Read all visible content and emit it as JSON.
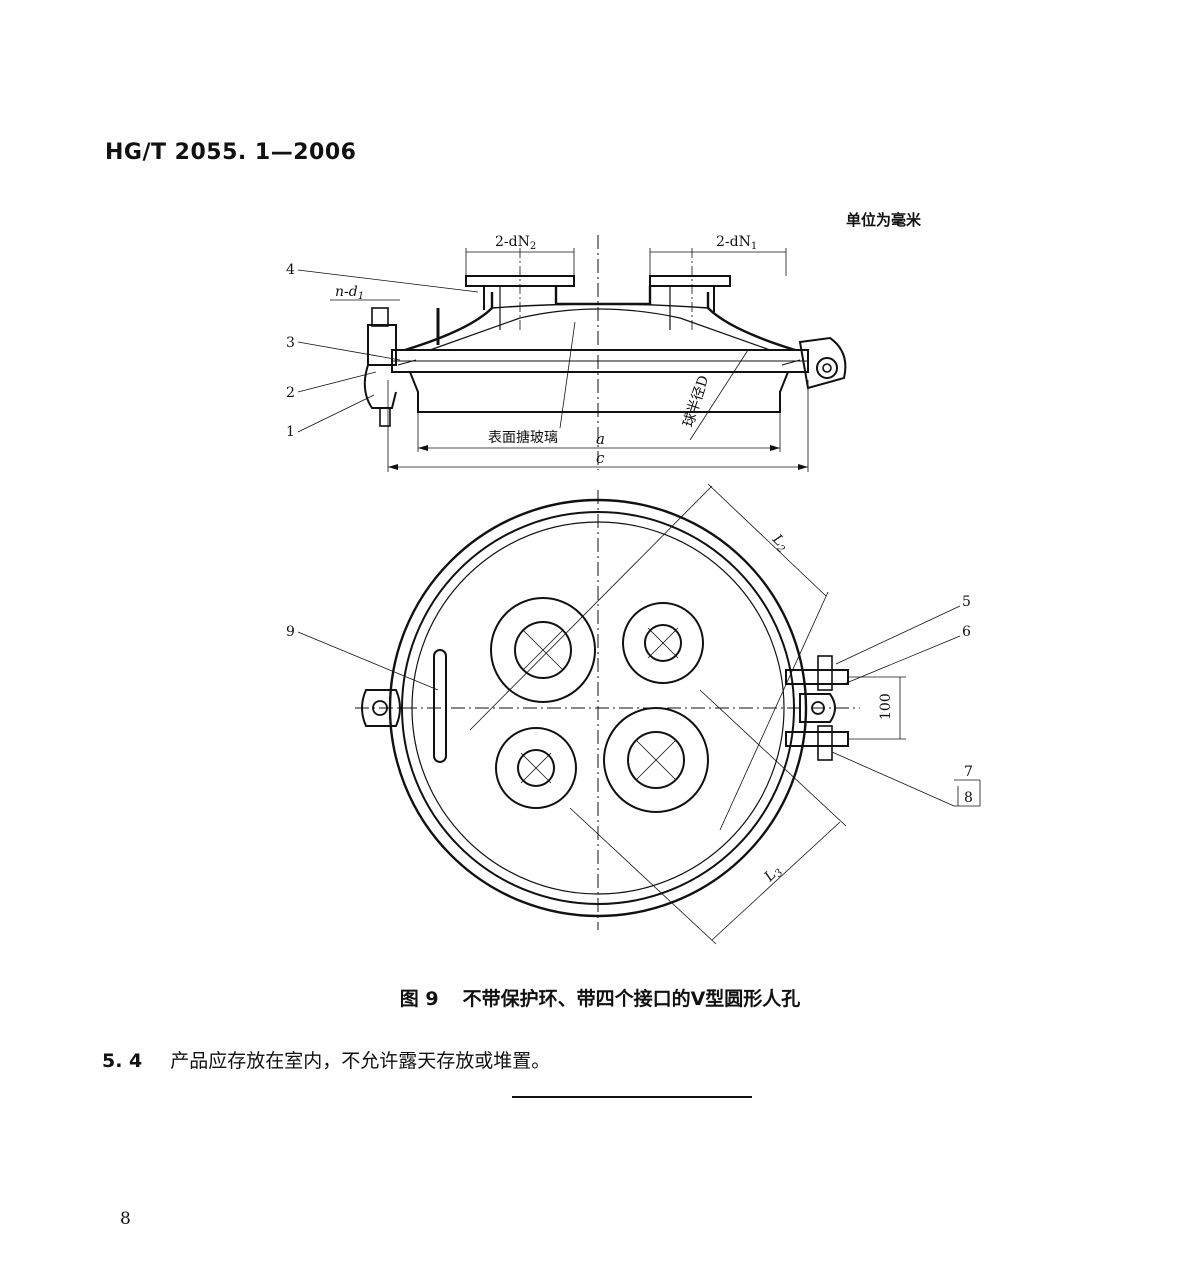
{
  "header": {
    "standard_code": "HG/T 2055. 1—2006"
  },
  "units_note": "单位为毫米",
  "drawing": {
    "labels": {
      "nozzle_left": "2-dN",
      "nozzle_left_sub": "2",
      "nozzle_right": "2-dN",
      "nozzle_right_sub": "1",
      "bolt_n": "n-d",
      "bolt_n_sub": "1",
      "coating": "表面搪玻璃",
      "sphere_radius": "球半径D",
      "dim_a": "a",
      "dim_c": "c",
      "dim_l2": "L",
      "dim_l2_sub": "2",
      "dim_l3": "L",
      "dim_l3_sub": "3",
      "dim_100": "100",
      "roughness_top": "7",
      "roughness_bottom": "8"
    },
    "callouts": [
      "1",
      "2",
      "3",
      "4",
      "5",
      "6",
      "9"
    ]
  },
  "figure_caption": {
    "number": "图 9",
    "title": "不带保护环、带四个接口的Ⅴ型圆形人孔"
  },
  "clause": {
    "number": "5. 4",
    "text": "产品应存放在室内，不允许露天存放或堆置。"
  },
  "page_number": "8"
}
